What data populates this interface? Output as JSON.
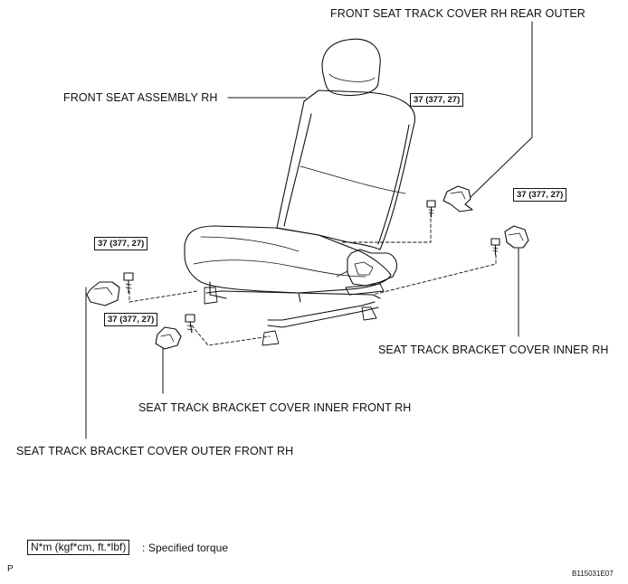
{
  "labels": {
    "front_seat_assembly": "FRONT SEAT ASSEMBLY RH",
    "track_cover_rear_outer": "FRONT SEAT TRACK COVER RH REAR OUTER",
    "bracket_cover_inner": "SEAT TRACK BRACKET COVER INNER RH",
    "bracket_cover_inner_front": "SEAT TRACK BRACKET COVER INNER FRONT RH",
    "bracket_cover_outer_front": "SEAT TRACK BRACKET COVER OUTER FRONT RH"
  },
  "torque": {
    "upper_center": "37 (377, 27)",
    "right": "37 (377, 27)",
    "left": "37 (377, 27)",
    "lower_center": "37 (377, 27)"
  },
  "legend": {
    "units": "N*m (kgf*cm, ft.*lbf)",
    "description": ": Specified torque"
  },
  "footer": {
    "page_letter": "P",
    "figure_code": "B115031E07"
  }
}
